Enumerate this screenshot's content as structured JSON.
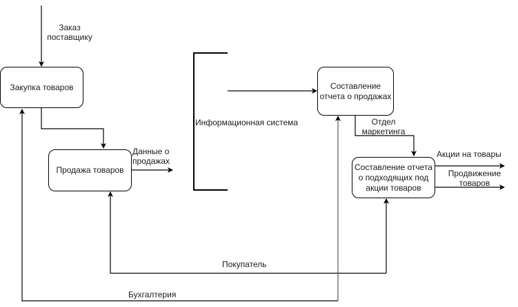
{
  "diagram": {
    "nodes": {
      "purchase": "Закупка товаров",
      "sales": "Продажа товаров",
      "sales_report": "Составление отчета о продажах",
      "promo_report": "Составление отчета о подходящих под акции товаров",
      "info_system": "Информационная система"
    },
    "labels": {
      "supplier_order": "Заказ поставщику",
      "sales_data": "Данные о продажах",
      "marketing_dept": "Отдел маркетинга",
      "promotions": "Акции на товары",
      "product_promotion": "Продвижение товаров",
      "buyer": "Покупатель",
      "accounting": "Бухгалтерия"
    }
  }
}
